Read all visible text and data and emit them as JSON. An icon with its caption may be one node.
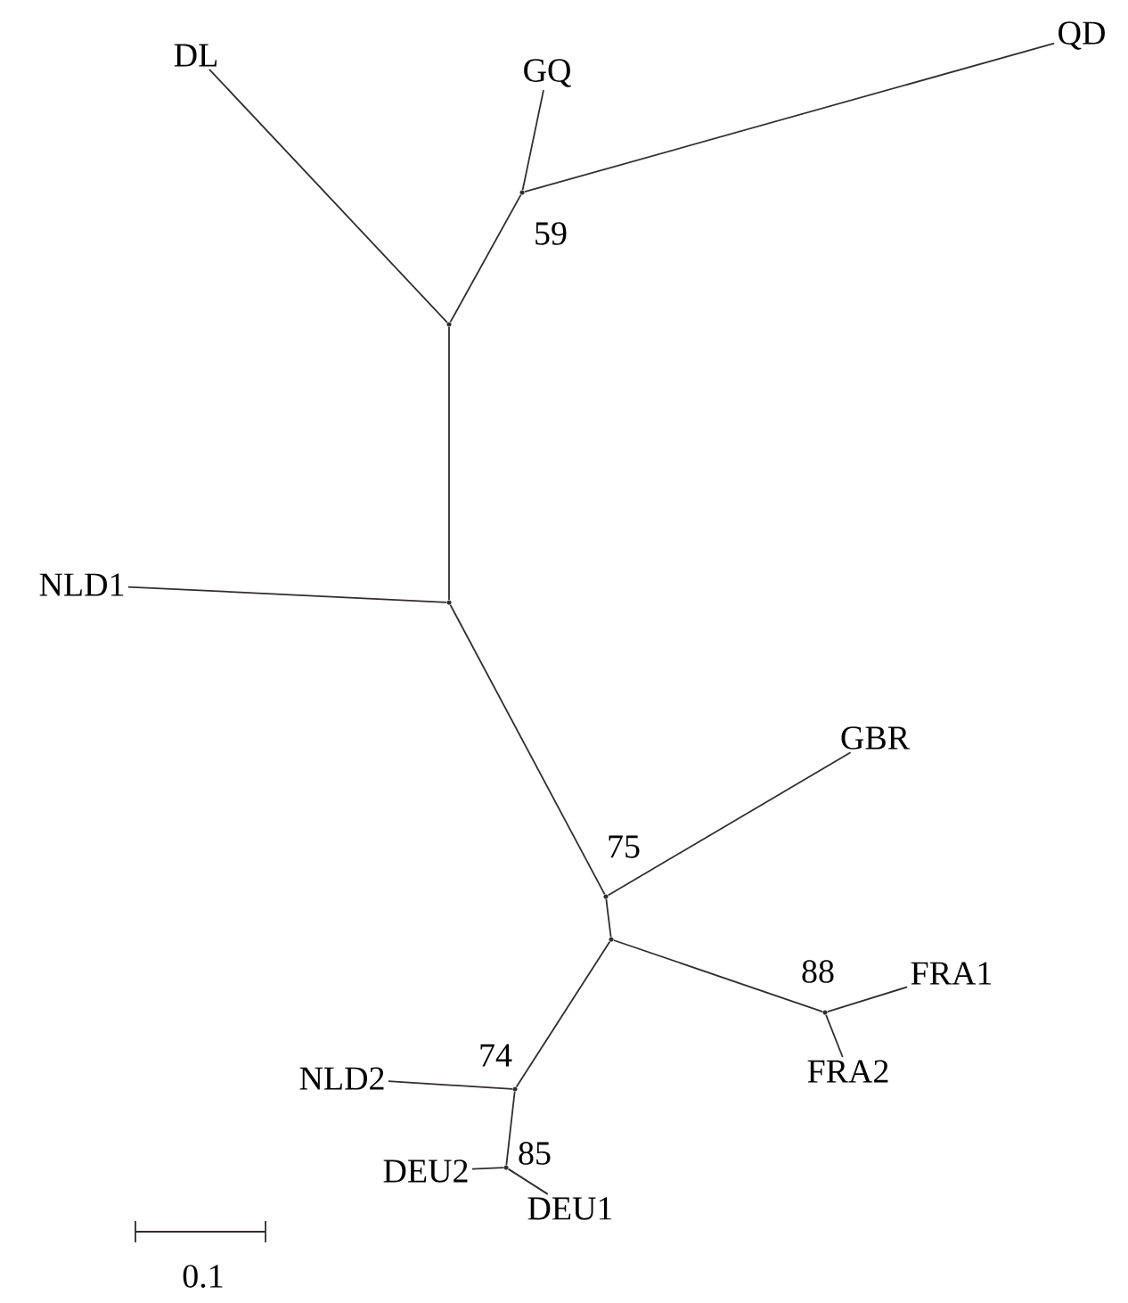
{
  "diagram": {
    "nodes": [
      {
        "text": [
          "DL"
        ]
      },
      {
        "text": [
          "GQ"
        ]
      },
      {
        "text": [
          "QD"
        ]
      },
      {
        "text": [],
        "shape": "point",
        "beside": [
          "59"
        ]
      },
      {
        "text": [],
        "shape": "point"
      },
      {
        "text": [
          "NLD1"
        ]
      },
      {
        "text": [],
        "shape": "point"
      },
      {
        "text": [
          "GBR"
        ]
      },
      {
        "text": [],
        "shape": "point",
        "beside": [
          "75"
        ]
      },
      {
        "text": [],
        "shape": "point"
      },
      {
        "text": [
          "FRA1"
        ]
      },
      {
        "text": [],
        "shape": "point",
        "beside": [
          "88"
        ]
      },
      {
        "text": [
          "FRA2"
        ]
      },
      {
        "text": [
          "NLD2"
        ]
      },
      {
        "text": [],
        "shape": "point",
        "beside": [
          "74"
        ]
      },
      {
        "text": [
          "DEU2"
        ]
      },
      {
        "text": [],
        "shape": "point",
        "beside": [
          "85"
        ]
      },
      {
        "text": [
          "DEU1"
        ]
      }
    ],
    "edges": [
      {
        "from": 0,
        "to": 4,
        "arrow": "none"
      },
      {
        "from": 1,
        "to": 3,
        "arrow": "none"
      },
      {
        "from": 2,
        "to": 3,
        "arrow": "none"
      },
      {
        "from": 3,
        "to": 4,
        "arrow": "none"
      },
      {
        "from": 4,
        "to": 6,
        "arrow": "none"
      },
      {
        "from": 5,
        "to": 6,
        "arrow": "none"
      },
      {
        "from": 6,
        "to": 8,
        "arrow": "none"
      },
      {
        "from": 7,
        "to": 8,
        "arrow": "none"
      },
      {
        "from": 8,
        "to": 9,
        "arrow": "none"
      },
      {
        "from": 9,
        "to": 11,
        "arrow": "none"
      },
      {
        "from": 10,
        "to": 11,
        "arrow": "none"
      },
      {
        "from": 11,
        "to": 12,
        "arrow": "none"
      },
      {
        "from": 9,
        "to": 14,
        "arrow": "none"
      },
      {
        "from": 13,
        "to": 14,
        "arrow": "none"
      },
      {
        "from": 14,
        "to": 16,
        "arrow": "none"
      },
      {
        "from": 15,
        "to": 16,
        "arrow": "none"
      },
      {
        "from": 16,
        "to": 17,
        "arrow": "none"
      }
    ],
    "labels": [
      "0.1"
    ]
  }
}
